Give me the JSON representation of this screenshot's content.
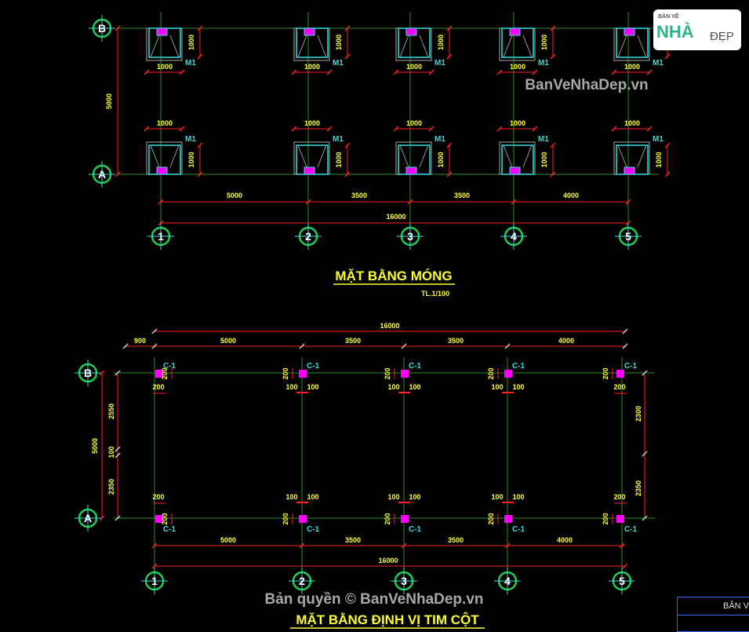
{
  "colors": {
    "grid": "#2e8b2e",
    "dim": "#ff2020",
    "column": "#ff00ff",
    "footing": "#33dddd",
    "text": "#ffff33",
    "bubble": "#22cc55"
  },
  "watermark_top": "BanVeNhaDep.vn",
  "watermark_bottom": "Bản quyền © BanVeNhaDep.vn",
  "logo": {
    "line1": "BẢN VẼ",
    "line2": "NHÀ",
    "line3": "ĐẸP"
  },
  "title_block": {
    "label": "BẢN V"
  },
  "grid_labels": {
    "cols": [
      "1",
      "2",
      "3",
      "4",
      "5"
    ],
    "rows": [
      "B",
      "A"
    ]
  },
  "foundation_plan": {
    "title": "MẶT BẰNG MÓNG",
    "scale": "TL.1/100",
    "footing_label": "M1",
    "footing_width": "1000",
    "footing_depth": "1000",
    "row_spacing": "5000",
    "spans": [
      "5000",
      "3500",
      "3500",
      "4000"
    ],
    "total": "16000"
  },
  "column_layout_plan": {
    "title": "MẶT BẰNG ĐỊNH VỊ TIM CỘT",
    "column_label": "C-1",
    "top_total": "16000",
    "top_spans": [
      "900",
      "5000",
      "3500",
      "3500",
      "4000"
    ],
    "bottom_spans": [
      "5000",
      "3500",
      "3500",
      "4000"
    ],
    "bottom_total": "16000",
    "left_total": "5000",
    "left_segments": [
      "2550",
      "100",
      "2350"
    ],
    "right_segments": [
      "2300",
      "2350"
    ],
    "offset_200": "200",
    "offset_100": "100"
  }
}
